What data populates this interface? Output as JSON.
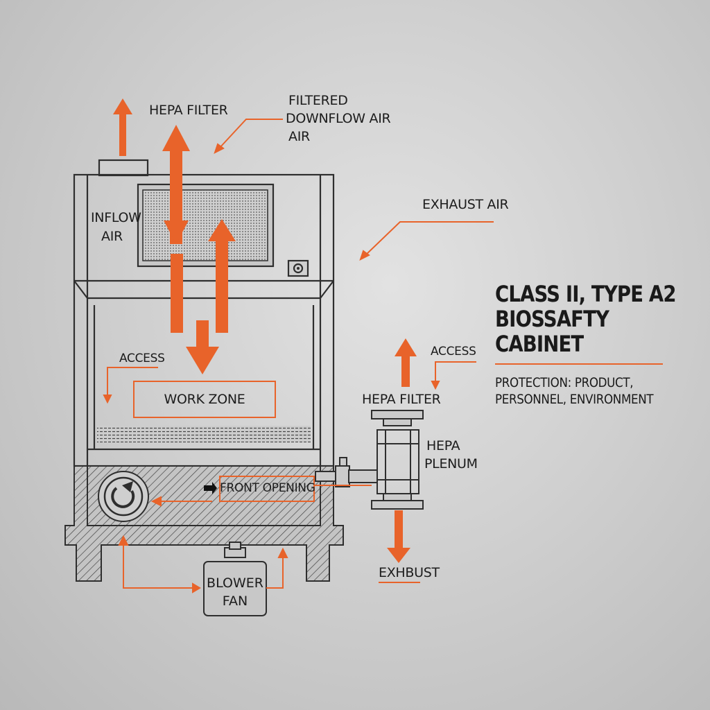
{
  "colors": {
    "accent": "#e8632a",
    "ink": "#2a2a2a",
    "background": "#cfcfcf"
  },
  "labels": {
    "hepa_filter_top": "HEPA FILTER",
    "filtered_downflow": [
      "FILTERED",
      "DOWNFLOW AIR",
      "AIR"
    ],
    "exhaust_air": "EXHAUST AIR",
    "inflow_air": [
      "INFLOW",
      "AIR"
    ],
    "access_left": "ACCESS",
    "work_zone": "WORK ZONE",
    "front_opening": "FRONT OPENING",
    "blower_fan": [
      "BLOWER",
      "FAN"
    ],
    "access_right": "ACCESS",
    "hepa_filter_right": "HEPA FILTER",
    "hepa_plenum": [
      "HEPA",
      "PLENUM"
    ],
    "exhaust": "EXHBUST"
  },
  "title_lines": [
    "CLASS II, TYPE A2",
    "BIOSSAFTY",
    "CABINET"
  ],
  "subtitle_lines": [
    "PROTECTION: PRODUCT,",
    "PERSONNEL, ENVIRONMENT"
  ]
}
